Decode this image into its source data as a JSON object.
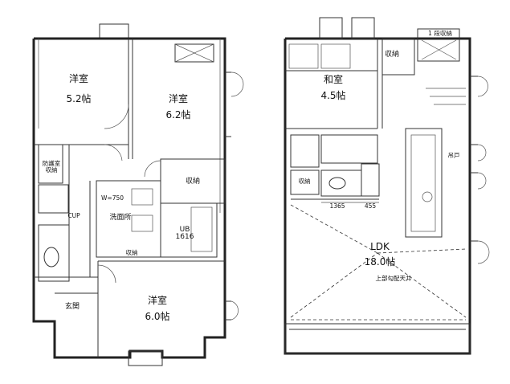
{
  "floor1": {
    "room_nw": {
      "name": "洋室",
      "size": "5.2帖"
    },
    "room_ne": {
      "name": "洋室",
      "size": "6.2帖"
    },
    "room_s": {
      "name": "洋室",
      "size": "6.0帖"
    },
    "shoe_storage": "防護室\n収納",
    "storage": "収納",
    "storage2": "収納",
    "washroom": "洗面所",
    "w750": "W=750",
    "unit_bath": "UB\n1616",
    "entrance": "玄関",
    "cup": "CUP"
  },
  "floor2": {
    "washitsu": {
      "name": "和室",
      "size": "4.5帖"
    },
    "ldk": {
      "name": "LDK",
      "size": "18.0帖"
    },
    "storage": "収納",
    "storage_top": "1 段収納",
    "ceiling_note": "上部勾配天井",
    "dim1": "1365",
    "dim2": "455",
    "toilet_storage": "収納",
    "kitchen_note": "吊戸"
  },
  "colors": {
    "wall": "#222222",
    "line": "#333333"
  }
}
